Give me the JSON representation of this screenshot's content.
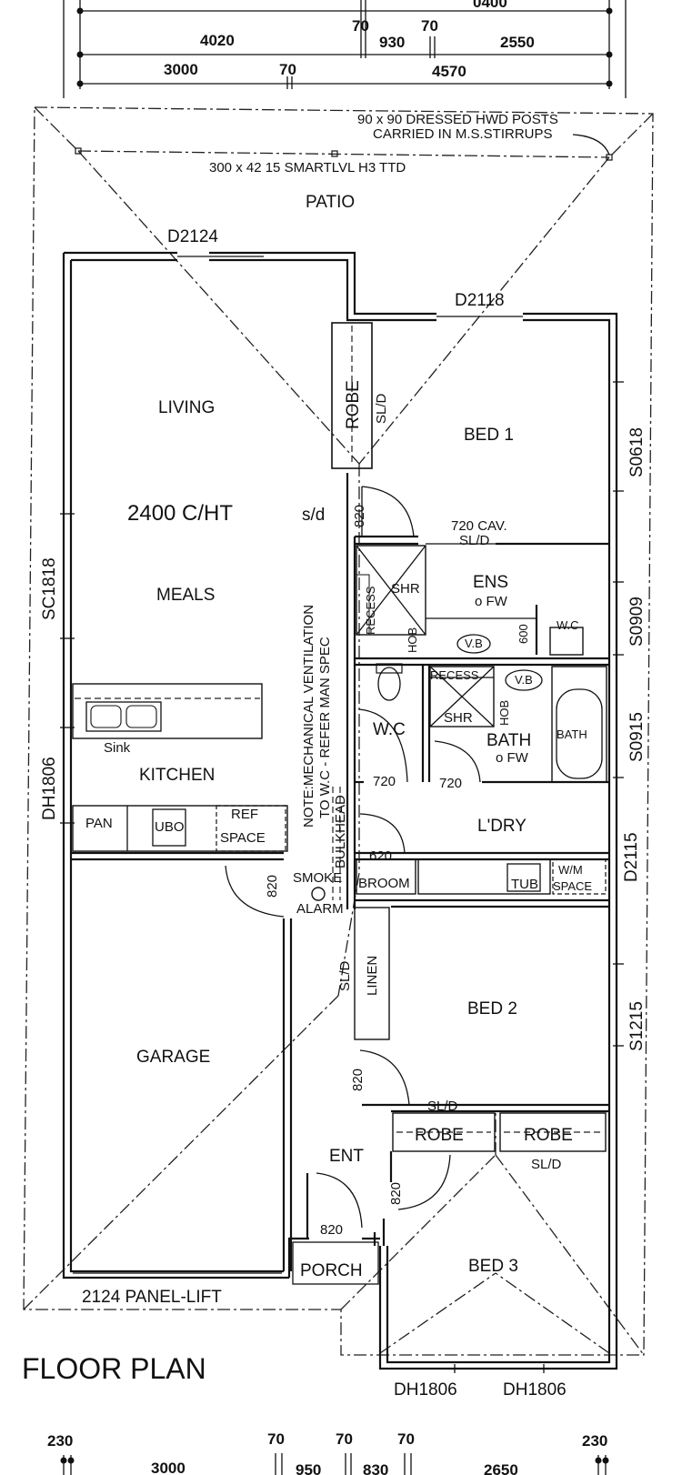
{
  "title": "FLOOR PLAN",
  "top_dimensions": {
    "row_partial": "0400",
    "row1": [
      "4020",
      "70",
      "930",
      "70",
      "2550"
    ],
    "row2": [
      "3000",
      "70",
      "4570"
    ]
  },
  "bottom_dimensions": [
    "230",
    "70",
    "70",
    "70",
    "230",
    "3000",
    "950",
    "830",
    "2650"
  ],
  "notes": {
    "posts": "90 x 90 DRESSED HWD POSTS",
    "stirrups": "CARRIED IN M.S.STIRRUPS",
    "beam": "300 x 42 15 SMARTLVL H3 TTD",
    "ceiling": "2400 C/HT",
    "sd": "s/d",
    "vent_line1": "NOTE:MECHANICAL VENTILATION",
    "vent_line2": "TO W.C - REFER MAN SPEC"
  },
  "rooms": {
    "patio": "PATIO",
    "living": "LIVING",
    "meals": "MEALS",
    "kitchen": "KITCHEN",
    "garage": "GARAGE",
    "bed1": "BED 1",
    "bed2": "BED 2",
    "bed3": "BED 3",
    "ens": "ENS",
    "wc": "W.C",
    "bath": "BATH",
    "laundry": "L'DRY",
    "ent": "ENT",
    "porch": "PORCH"
  },
  "fixtures": {
    "robe": "ROBE",
    "sld": "SL/D",
    "cav_sld_1": "720 CAV.",
    "cav_sld_2": "SL/D",
    "shr": "SHR",
    "recess": "RECESS",
    "hob": "HOB",
    "vb": "V.B",
    "fw": "o FW",
    "wc_small": "W.C",
    "bath_small": "BATH",
    "sink": "Sink",
    "pan": "PAN",
    "ubo": "UBO",
    "ref1": "REF",
    "ref2": "SPACE",
    "bulkhead": "BULKHEAD",
    "smoke1": "SMOKE",
    "smoke2": "ALARM",
    "broom": "BROOM",
    "tub": "TUB",
    "wm1": "W/M",
    "wm2": "SPACE",
    "linen": "LINEN",
    "size_600": "600"
  },
  "doors": {
    "d2124": "D2124",
    "d2118": "D2118",
    "d2115": "D2115",
    "d820_a": "820",
    "d820_b": "820",
    "d820_c": "820",
    "d820_d": "820",
    "d820_e": "820",
    "d720_a": "720",
    "d720_b": "720",
    "d620": "620"
  },
  "windows": {
    "sc1818": "SC1818",
    "dh1806_left": "DH1806",
    "s0618": "S0618",
    "s0909": "S0909",
    "s0915": "S0915",
    "s1215": "S1215",
    "dh1806_b1": "DH1806",
    "dh1806_b2": "DH1806",
    "garage_door": "2124 PANEL-LIFT"
  }
}
